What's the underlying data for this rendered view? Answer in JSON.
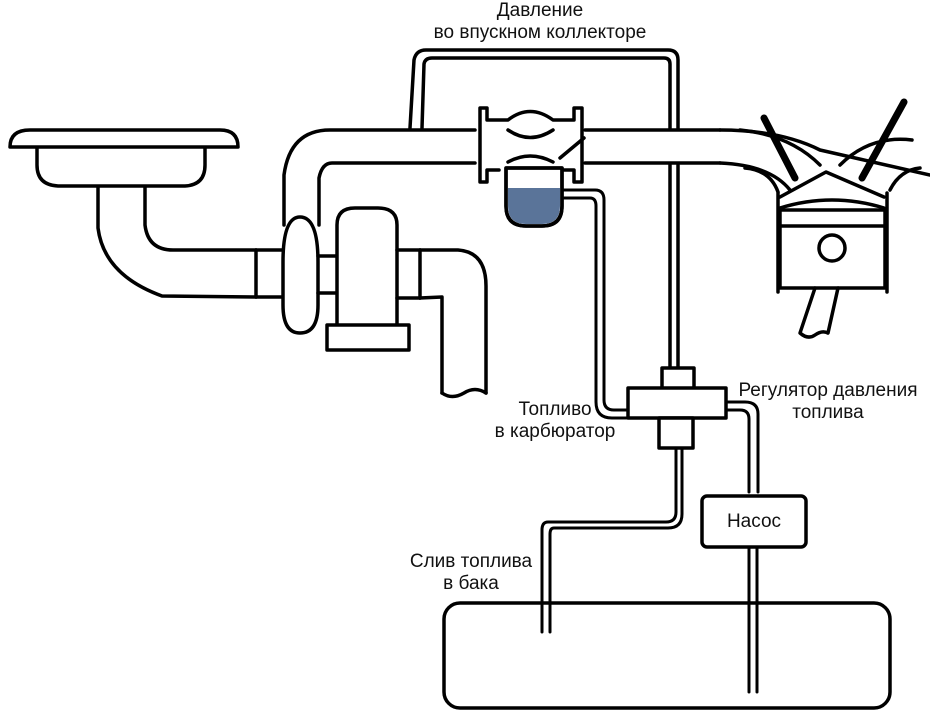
{
  "diagram": {
    "title": "Fuel pressure regulator system",
    "labels": {
      "manifold_pressure_line1": "Давление",
      "manifold_pressure_line2": "во впускном коллекторе",
      "regulator_line1": "Регулятор давления",
      "regulator_line2": "топлива",
      "fuel_to_carb_line1": "Топливо",
      "fuel_to_carb_line2": "в карбюратор",
      "return_line1": "Слив топлива",
      "return_line2": "в бака",
      "pump": "Насос"
    },
    "components": [
      "air-filter",
      "intake-pipe",
      "turbocharger",
      "intake-manifold",
      "carburetor",
      "float-chamber",
      "manifold-pressure-line",
      "fuel-pressure-regulator",
      "fuel-pump",
      "fuel-tank",
      "engine-cylinder",
      "piston"
    ],
    "colors": {
      "stroke": "#000000",
      "fuel": "#5a7499",
      "background": "#ffffff"
    }
  }
}
